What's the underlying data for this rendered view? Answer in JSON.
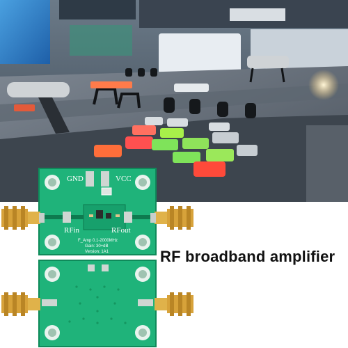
{
  "scene": {
    "description_icons": [
      "control-desk-icon",
      "monitor-icon",
      "button-grid-icon"
    ],
    "colors": {
      "pcb_green": "#1fb37a",
      "pcb_dark": "#0f8a5a",
      "gold": "#d7a23a",
      "button_red": "#ff5a4e",
      "button_green": "#8fe35a"
    }
  },
  "board_top": {
    "gnd_label": "GND",
    "vcc_label": "VCC",
    "rfin_label": "RFin",
    "rfout_label": "RFout",
    "info_line1": "F_Amp 0.1-2000MHz",
    "info_line2": "Gain: 30+dB",
    "info_line3": "Version: 1A1"
  },
  "caption": {
    "text": "RF broadband amplifier"
  }
}
